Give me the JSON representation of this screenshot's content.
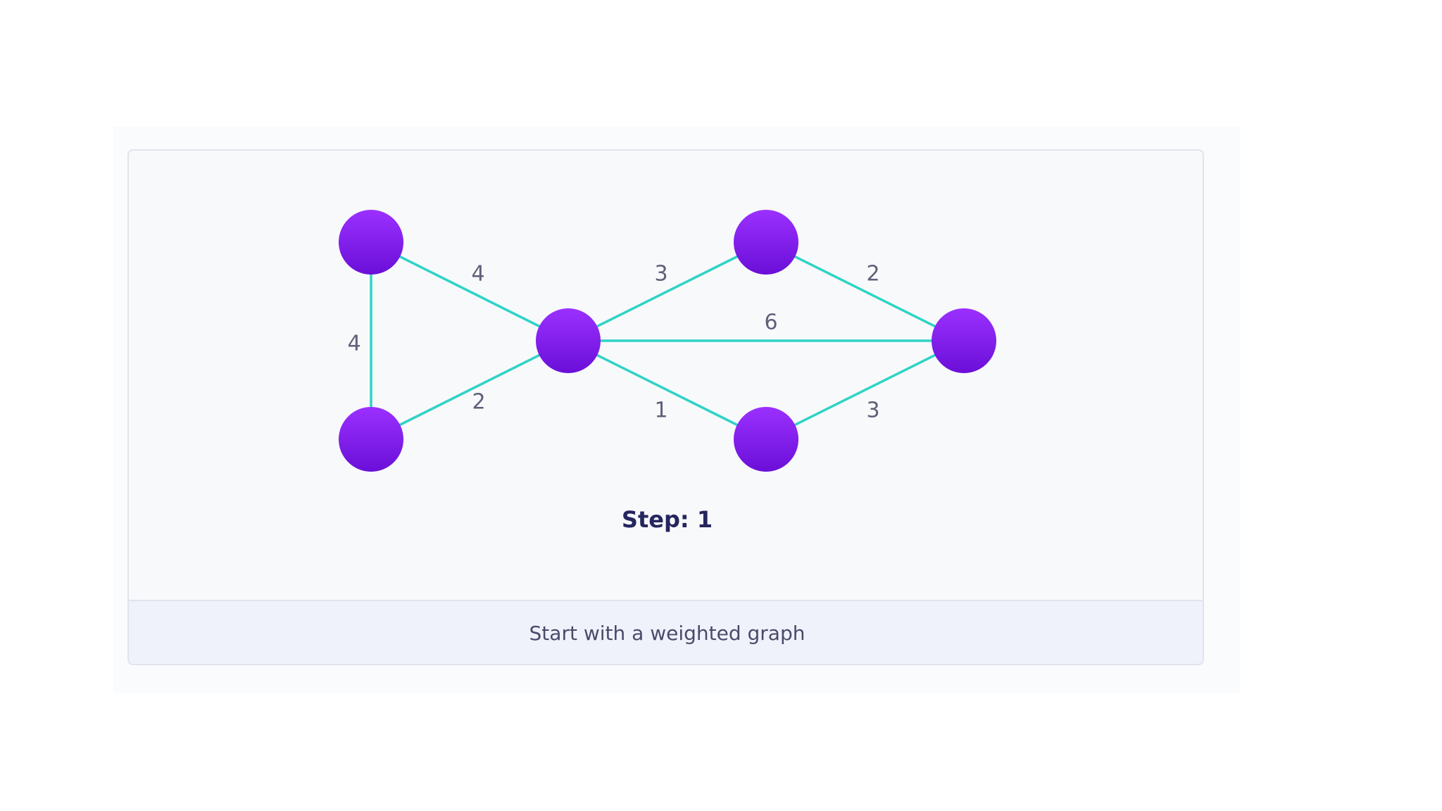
{
  "graph": {
    "node_color_top": "#9b30ff",
    "node_color_bottom": "#6a0fd8",
    "edge_color": "#2fd3c7",
    "nodes": [
      {
        "id": "A"
      },
      {
        "id": "B"
      },
      {
        "id": "C"
      },
      {
        "id": "D"
      },
      {
        "id": "E"
      },
      {
        "id": "F"
      }
    ],
    "edges": [
      {
        "from": "A",
        "to": "B",
        "weight": "4"
      },
      {
        "from": "A",
        "to": "C",
        "weight": "4"
      },
      {
        "from": "B",
        "to": "C",
        "weight": "2"
      },
      {
        "from": "C",
        "to": "D",
        "weight": "3"
      },
      {
        "from": "C",
        "to": "F",
        "weight": "6"
      },
      {
        "from": "C",
        "to": "E",
        "weight": "1"
      },
      {
        "from": "D",
        "to": "F",
        "weight": "2"
      },
      {
        "from": "E",
        "to": "F",
        "weight": "3"
      }
    ]
  },
  "step": {
    "label": "Step: 1"
  },
  "caption": {
    "text": "Start with a weighted graph"
  }
}
